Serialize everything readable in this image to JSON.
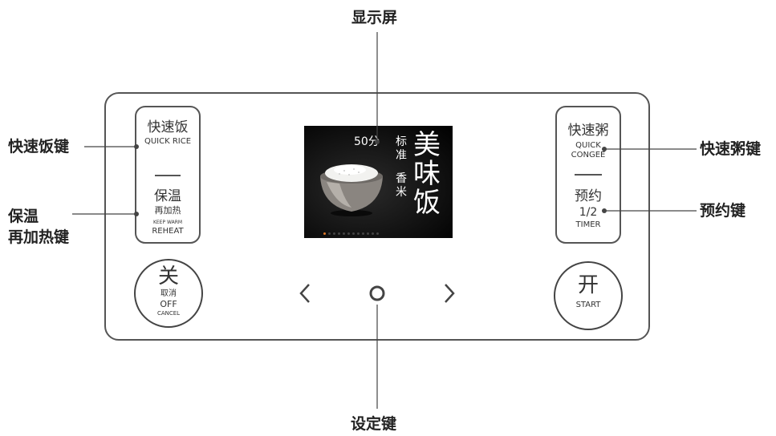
{
  "callouts": {
    "display": "显示屏",
    "quick_rice": "快速饭键",
    "keep_warm_line1": "保温",
    "keep_warm_line2": "再加热键",
    "quick_congee": "快速粥键",
    "timer": "预约键",
    "setting": "设定键"
  },
  "left_pill": {
    "quick_rice_cn": "快速饭",
    "quick_rice_en": "QUICK RICE",
    "keep_warm_cn": "保温",
    "reheat_cn": "再加热",
    "keep_warm_en": "KEEP WARM",
    "reheat_en": "REHEAT"
  },
  "right_pill": {
    "quick_congee_cn": "快速粥",
    "quick_en": "QUICK",
    "congee_en": "CONGEE",
    "timer_cn": "预约",
    "timer_half": "1/2",
    "timer_en": "TIMER"
  },
  "off_button": {
    "cn": "关",
    "cancel_cn": "取消",
    "off_en": "OFF",
    "cancel_en": "CANCEL"
  },
  "start_button": {
    "cn": "开",
    "start_en": "START"
  },
  "screen": {
    "minutes": "50分",
    "mode_chars": [
      "标",
      "准"
    ],
    "rice_chars": [
      "香",
      "米"
    ],
    "dish_chars": [
      "美",
      "味",
      "饭"
    ]
  },
  "nav": {
    "prev_symbol": "<",
    "next_symbol": ">"
  },
  "colors": {
    "outline": "#555555",
    "screen_bg": "#000000",
    "active_dot": "#e07a2a"
  },
  "icons": {
    "prev": "chevron-left-icon",
    "next": "chevron-right-icon",
    "set": "circle-icon"
  }
}
